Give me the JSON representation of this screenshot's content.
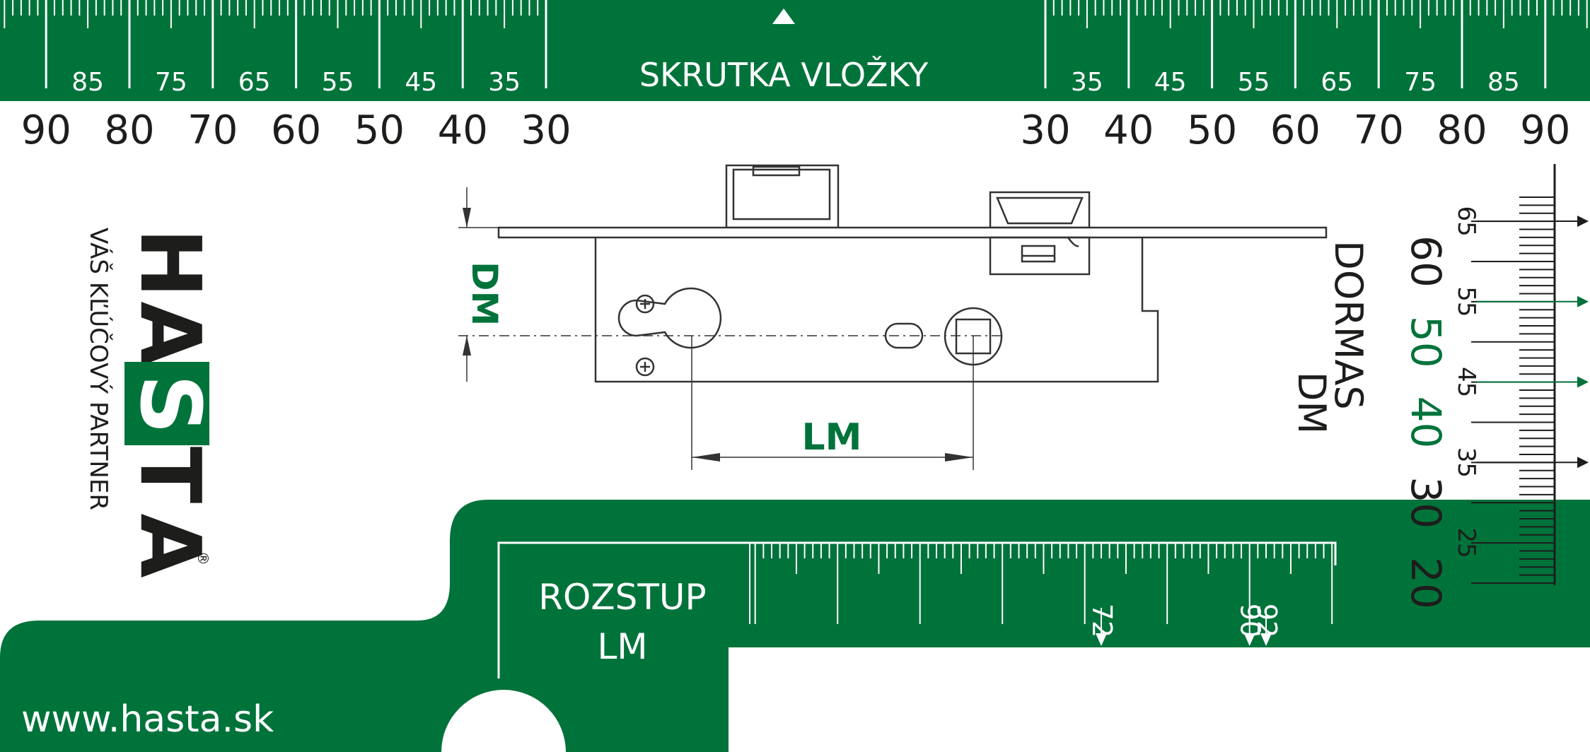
{
  "colors": {
    "green": "#00733b",
    "dark": "#1d1d1b",
    "white": "#ffffff",
    "line": "#333333"
  },
  "top_bar": {
    "title": "SKRUTKA VLOŽKY",
    "left_minor_labels": [
      "85",
      "75",
      "65",
      "55",
      "45",
      "35"
    ],
    "right_minor_labels": [
      "35",
      "45",
      "55",
      "65",
      "75",
      "85"
    ],
    "left_major_labels": [
      "90",
      "80",
      "70",
      "60",
      "50",
      "40",
      "30"
    ],
    "right_major_labels": [
      "30",
      "40",
      "50",
      "60",
      "70",
      "80",
      "90"
    ],
    "indicator_icon": "triangle-up-icon"
  },
  "brand": {
    "logo_letters": [
      "H",
      "A",
      "S",
      "T",
      "A"
    ],
    "tagline": "VÁŠ KĽÚČOVÝ PARTNER",
    "registered": "®"
  },
  "drawing": {
    "dm_label": "DM",
    "lm_label": "LM"
  },
  "right_scale": {
    "title_line1": "DORMAS",
    "title_line2": "DM",
    "big_labels": [
      "60",
      "50",
      "40",
      "30",
      "20"
    ],
    "big_label_colors": [
      "dark",
      "green",
      "green",
      "dark",
      "dark"
    ],
    "small_labels": [
      "65",
      "55",
      "45",
      "35",
      "25"
    ]
  },
  "bottom_bar": {
    "title_line1": "ROZSTUP",
    "title_line2": "LM",
    "marks": [
      "72",
      "90",
      "92"
    ],
    "website": "www.hasta.sk"
  }
}
